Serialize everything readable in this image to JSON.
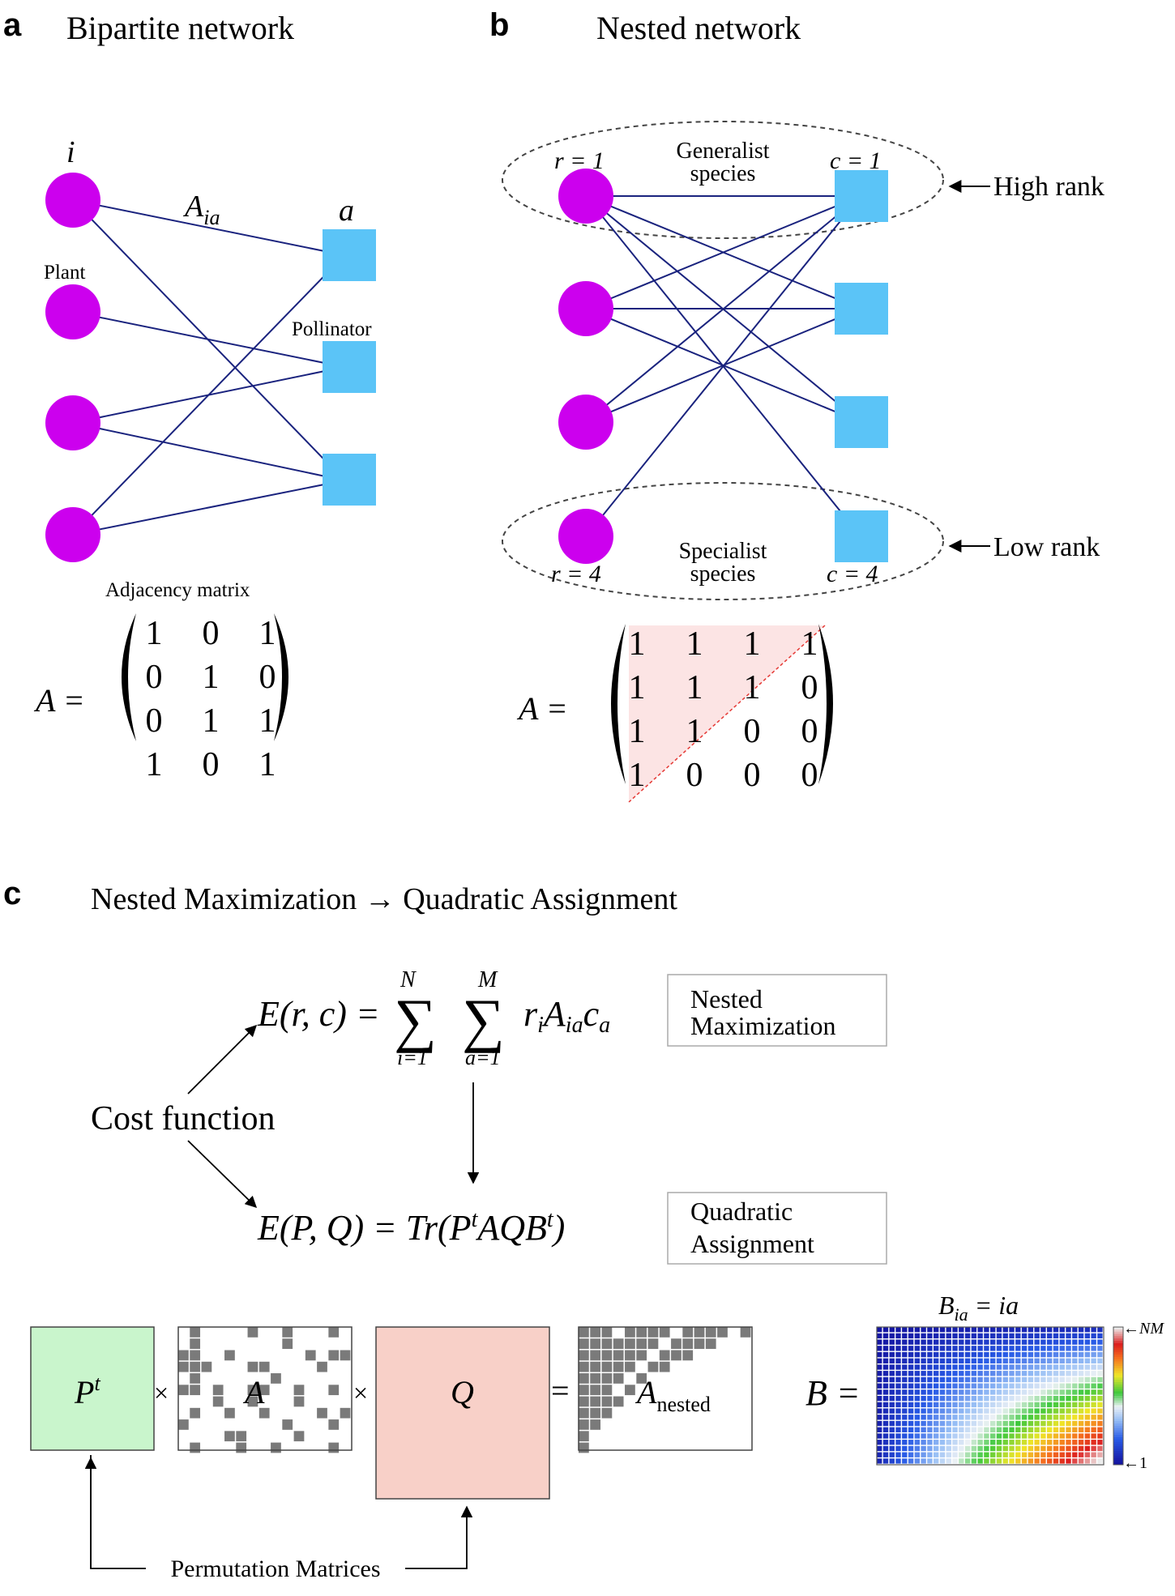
{
  "panels": {
    "a": {
      "letter": "a",
      "title": "Bipartite network",
      "label_i": "i",
      "label_a": "a",
      "label_A": "A",
      "label_A_sub": "ia",
      "plant": "Plant",
      "pollinator": "Pollinator",
      "adjacency_caption": "Adjacency matrix",
      "matrix_lhs": "A =",
      "matrix": [
        [
          "1",
          "0",
          "1"
        ],
        [
          "0",
          "1",
          "0"
        ],
        [
          "0",
          "1",
          "1"
        ],
        [
          "1",
          "0",
          "1"
        ]
      ]
    },
    "b": {
      "letter": "b",
      "title": "Nested network",
      "generalist_line1": "Generalist",
      "generalist_line2": "species",
      "specialist_line1": "Specialist",
      "specialist_line2": "species",
      "r_top": "r = 1",
      "c_top": "c = 1",
      "r_bottom": "r = 4",
      "c_bottom": "c = 4",
      "high_rank": "High rank",
      "low_rank": "Low rank",
      "matrix_lhs": "A =",
      "matrix": [
        [
          "1",
          "1",
          "1",
          "1"
        ],
        [
          "1",
          "1",
          "1",
          "0"
        ],
        [
          "1",
          "1",
          "0",
          "0"
        ],
        [
          "1",
          "0",
          "0",
          "0"
        ]
      ]
    },
    "c": {
      "letter": "c",
      "title": "Nested Maximization → Quadratic Assignment",
      "eq1_lhs": "E(r, c) =",
      "eq1_upper_N": "N",
      "eq1_upper_M": "M",
      "eq1_lower_i": "i=1",
      "eq1_lower_a": "a=1",
      "eq1_rhs": "r",
      "box1_line1": "Nested",
      "box1_line2": "Maximization",
      "cost_function": "Cost function",
      "eq2": "E(P, Q) = Tr(P",
      "eq2_sup_t": "t",
      "eq2_mid": "AQB",
      "eq2_end": ")",
      "box2_line1": "Quadratic",
      "box2_line2": "Assignment",
      "P_label": "P",
      "P_sup": "t",
      "times": "×",
      "A_label": "A",
      "Q_label": "Q",
      "equals": "=",
      "A_nested": "A",
      "A_nested_sub": "nested",
      "B_title": "B",
      "B_title_sub": "ia",
      "B_title_rhs": " = ia",
      "B_lhs": "B =",
      "colorbar_top": "←NM",
      "colorbar_bottom": "←1",
      "permutation_caption": "Permutation Matrices"
    }
  },
  "colors": {
    "plant": "#cc00ee",
    "pollinator": "#5bc4f7",
    "edge": "#1a237e",
    "nested_fill": "#fce4e4",
    "nested_line": "#e53935",
    "P_fill": "#c9f5cc",
    "Q_fill": "#f8d0c8",
    "matrix_cell": "#7a7a7a"
  }
}
